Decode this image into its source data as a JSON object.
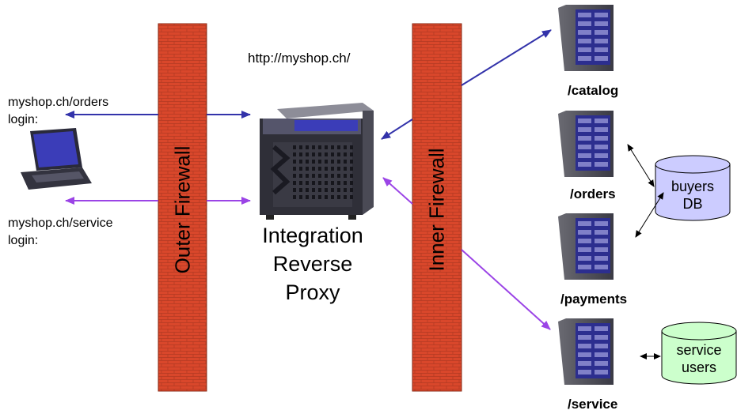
{
  "url_label": "http://myshop.ch/",
  "firewalls": {
    "outer": "Outer Firewall",
    "inner": "Inner Firewall"
  },
  "proxy": {
    "line1": "Integration",
    "line2": "Reverse",
    "line3": "Proxy"
  },
  "clients": {
    "orders_url": "myshop.ch/orders",
    "orders_login": "login:",
    "service_url": "myshop.ch/service",
    "service_login": "login:"
  },
  "servers": {
    "catalog": "/catalog",
    "orders": "/orders",
    "payments": "/payments",
    "service": "/service"
  },
  "databases": {
    "buyers": {
      "line1": "buyers",
      "line2": "DB"
    },
    "service_users": {
      "line1": "service",
      "line2": "users"
    }
  },
  "colors": {
    "firewall": "#d9472b",
    "blue_arrow": "#3333aa",
    "purple_arrow": "#9b44e6",
    "db_fill": "#ccccff",
    "service_db_fill": "#ccffcc"
  }
}
